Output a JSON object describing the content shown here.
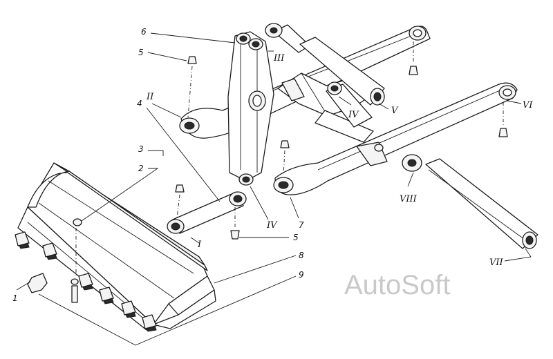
{
  "callouts": {
    "num_1": "1",
    "num_2": "2",
    "num_3": "3",
    "num_4": "4",
    "num_5a": "5",
    "num_5b": "5",
    "num_6": "6",
    "num_7": "7",
    "num_8": "8",
    "num_9": "9",
    "rom_I": "I",
    "rom_II": "II",
    "rom_III": "III",
    "rom_IV_a": "IV",
    "rom_IV_b": "IV",
    "rom_V": "V",
    "rom_VI": "VI",
    "rom_VII": "VII",
    "rom_VIII": "VIII"
  },
  "watermark": "AutoSoft"
}
